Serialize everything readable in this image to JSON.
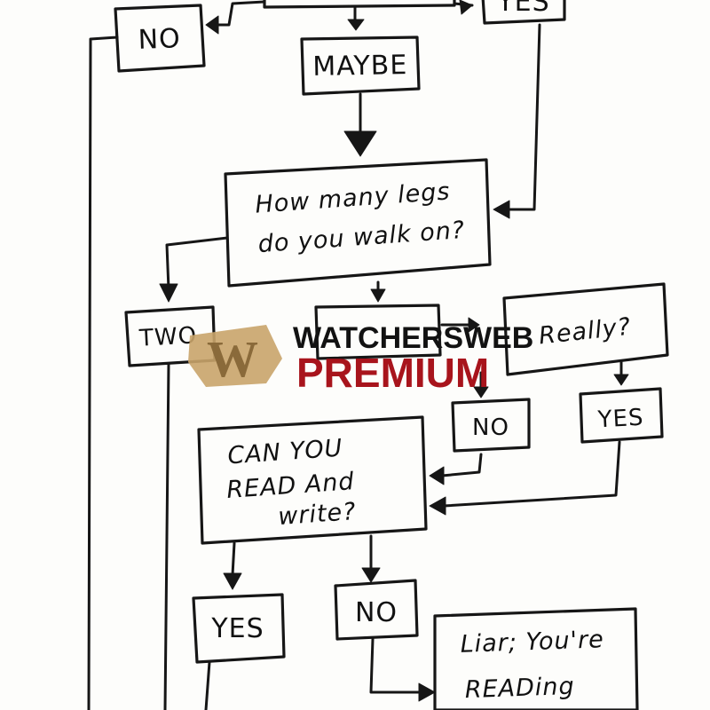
{
  "flowchart": {
    "nodes": {
      "top_box": "",
      "no_top": "NO",
      "yes_top": "YES",
      "maybe": "MAYBE",
      "legs_question_line1": "How many legs",
      "legs_question_line2": "do you walk on?",
      "two": "TWO",
      "middle_answer": "",
      "really": "Really?",
      "no_really": "NO",
      "yes_really": "YES",
      "read_write_line1": "CAN YOU",
      "read_write_line2": "READ And",
      "read_write_line3": "write?",
      "yes_read": "YES",
      "no_read": "NO",
      "liar_line1": "Liar; You're",
      "liar_line2": "READing"
    }
  },
  "watermark": {
    "logo_letter": "W",
    "name": "WATCHERSWEB",
    "tier": "PREMIUM",
    "colors": {
      "name": "#121212",
      "tier": "#a8141c",
      "logo": "#c9a46a"
    }
  },
  "colors": {
    "ink": "#161616",
    "paper": "#fdfdfb"
  }
}
